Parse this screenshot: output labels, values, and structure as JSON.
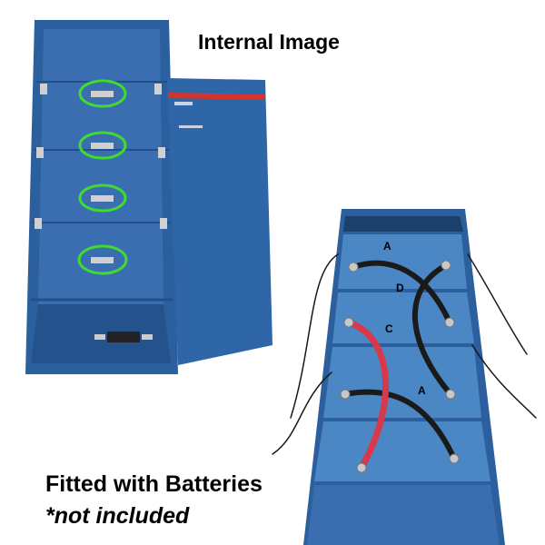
{
  "captions": {
    "title": "Internal Image",
    "fitted": "Fitted with Batteries",
    "not_included": "*not included"
  },
  "battery_labels": [
    "A",
    "D",
    "C",
    "A"
  ],
  "colors": {
    "enclosure_blue": "#2c5f9e",
    "highlight_ring": "#3fdc2f",
    "lid_stripe": "#d8322a",
    "positive_cable": "#d8384a",
    "negative_cable": "#1a1a1a"
  }
}
